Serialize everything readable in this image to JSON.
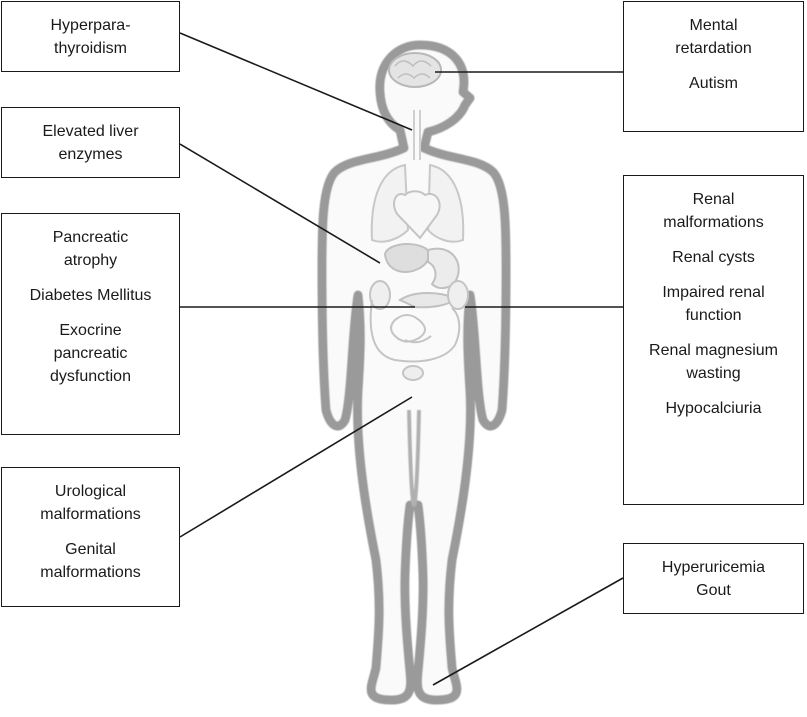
{
  "boxes": {
    "hyperparathyroidism": {
      "lines": [
        "Hyperpara-",
        "thyroidism"
      ]
    },
    "liver": {
      "lines": [
        "Elevated liver",
        "enzymes"
      ]
    },
    "pancreas": {
      "items": [
        [
          "Pancreatic",
          "atrophy"
        ],
        [
          "Diabetes Mellitus"
        ],
        [
          "Exocrine",
          "pancreatic",
          "dysfunction"
        ]
      ]
    },
    "urogenital": {
      "items": [
        [
          "Urological",
          "malformations"
        ],
        [
          "Genital",
          "malformations"
        ]
      ]
    },
    "brain": {
      "items": [
        [
          "Mental",
          "retardation"
        ],
        [
          "Autism"
        ]
      ]
    },
    "renal": {
      "items": [
        [
          "Renal",
          "malformations"
        ],
        [
          "Renal cysts"
        ],
        [
          "Impaired renal",
          "function"
        ],
        [
          "Renal magnesium",
          "wasting"
        ],
        [
          "Hypocalciuria"
        ]
      ]
    },
    "uric": {
      "lines": [
        "Hyperuricemia",
        "Gout"
      ]
    }
  },
  "colors": {
    "box_border": "#1a1a1a",
    "connector": "#1a1a1a",
    "body_outline": "#9a9a9a",
    "organ_outline": "#c8c8c8",
    "organ_fill": "#eeeeee"
  },
  "icons": [
    "human-body-silhouette",
    "brain-icon",
    "heart-icon",
    "lungs-icon",
    "liver-icon",
    "stomach-icon",
    "pancreas-icon",
    "kidney-icon",
    "intestine-icon",
    "bladder-icon"
  ]
}
